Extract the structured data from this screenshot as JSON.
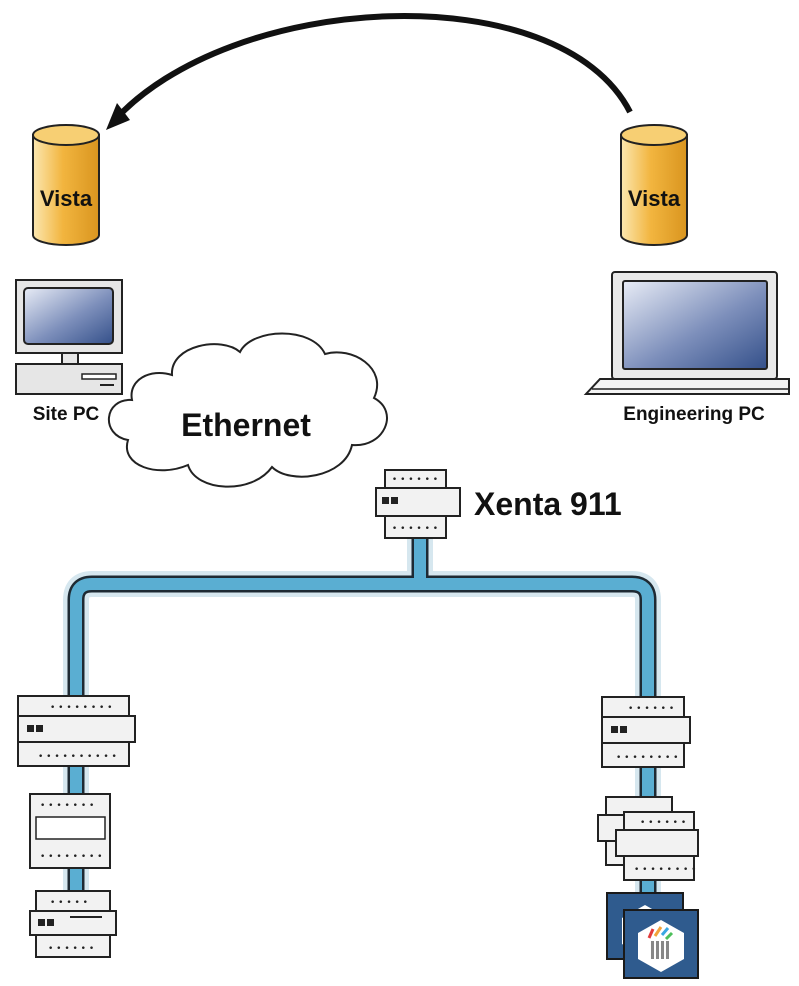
{
  "labels": {
    "vista_left": "Vista",
    "vista_right": "Vista",
    "site_pc": "Site PC",
    "engineering_pc": "Engineering PC",
    "ethernet": "Ethernet",
    "xenta": "Xenta 911"
  },
  "colors": {
    "cylinder": "#f2b53f",
    "cable": "#5aaed2",
    "screen": "#3c5589",
    "device_fill": "#f2f2f2",
    "outline": "#1a1a1a",
    "badge": "#2f5b8e"
  },
  "icons": [
    "database-icon",
    "desktop-pc-icon",
    "laptop-icon",
    "cloud-icon",
    "controller-device-icon",
    "app-badge-icon",
    "transfer-arrow-icon"
  ]
}
